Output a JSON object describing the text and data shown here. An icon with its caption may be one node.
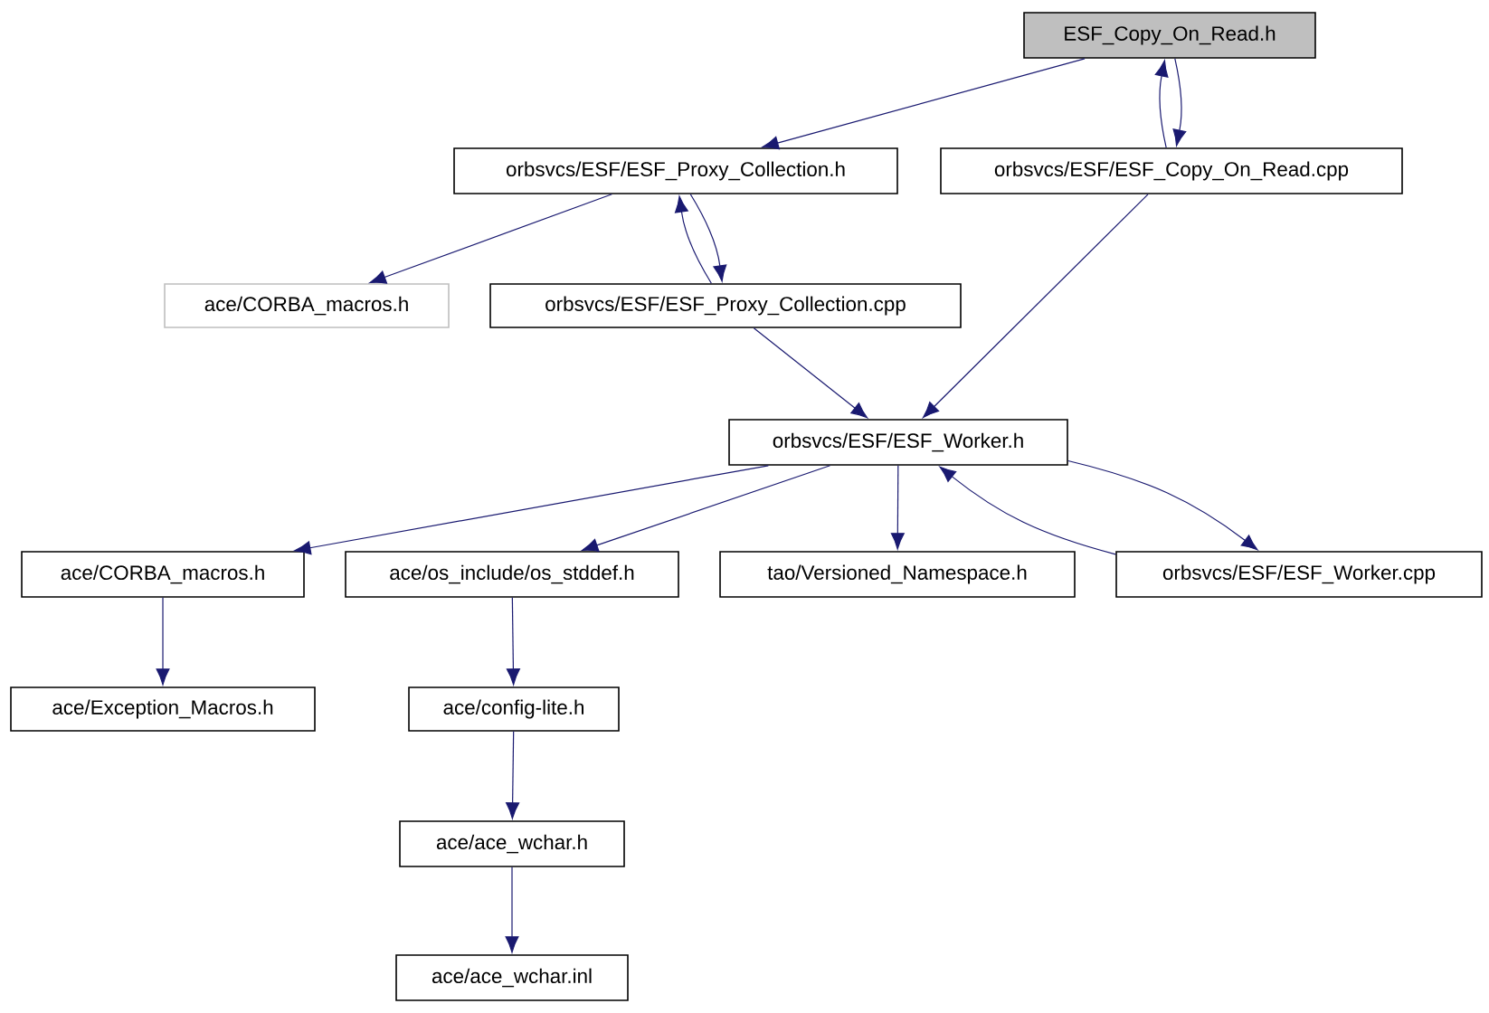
{
  "diagram": {
    "nodes": [
      {
        "text": [
          "ESF_Copy_On_Read.h"
        ]
      },
      {
        "text": [
          "orbsvcs/ESF/ESF_Proxy_Collection.h"
        ]
      },
      {
        "text": [
          "orbsvcs/ESF/ESF_Copy_On_Read.cpp"
        ]
      },
      {
        "text": [
          "ace/CORBA_macros.h"
        ]
      },
      {
        "text": [
          "orbsvcs/ESF/ESF_Proxy_Collection.cpp"
        ]
      },
      {
        "text": [
          "orbsvcs/ESF/ESF_Worker.h"
        ]
      },
      {
        "text": [
          "ace/CORBA_macros.h"
        ]
      },
      {
        "text": [
          "ace/os_include/os_stddef.h"
        ]
      },
      {
        "text": [
          "tao/Versioned_Namespace.h"
        ]
      },
      {
        "text": [
          "orbsvcs/ESF/ESF_Worker.cpp"
        ]
      },
      {
        "text": [
          "ace/Exception_Macros.h"
        ]
      },
      {
        "text": [
          "ace/config-lite.h"
        ]
      },
      {
        "text": [
          "ace/ace_wchar.h"
        ]
      },
      {
        "text": [
          "ace/ace_wchar.inl"
        ]
      }
    ],
    "edges": [
      {
        "from": 0,
        "to": 1,
        "arrow": "to"
      },
      {
        "from": 0,
        "to": 2,
        "arrow": "to"
      },
      {
        "from": 2,
        "to": 0,
        "arrow": "to"
      },
      {
        "from": 1,
        "to": 3,
        "arrow": "to"
      },
      {
        "from": 1,
        "to": 4,
        "arrow": "to"
      },
      {
        "from": 4,
        "to": 1,
        "arrow": "to"
      },
      {
        "from": 4,
        "to": 5,
        "arrow": "to"
      },
      {
        "from": 2,
        "to": 5,
        "arrow": "to"
      },
      {
        "from": 5,
        "to": 6,
        "arrow": "to"
      },
      {
        "from": 5,
        "to": 7,
        "arrow": "to"
      },
      {
        "from": 5,
        "to": 8,
        "arrow": "to"
      },
      {
        "from": 5,
        "to": 9,
        "arrow": "to"
      },
      {
        "from": 9,
        "to": 5,
        "arrow": "to"
      },
      {
        "from": 6,
        "to": 10,
        "arrow": "to"
      },
      {
        "from": 7,
        "to": 11,
        "arrow": "to"
      },
      {
        "from": 11,
        "to": 12,
        "arrow": "to"
      },
      {
        "from": 12,
        "to": 13,
        "arrow": "to"
      }
    ]
  }
}
